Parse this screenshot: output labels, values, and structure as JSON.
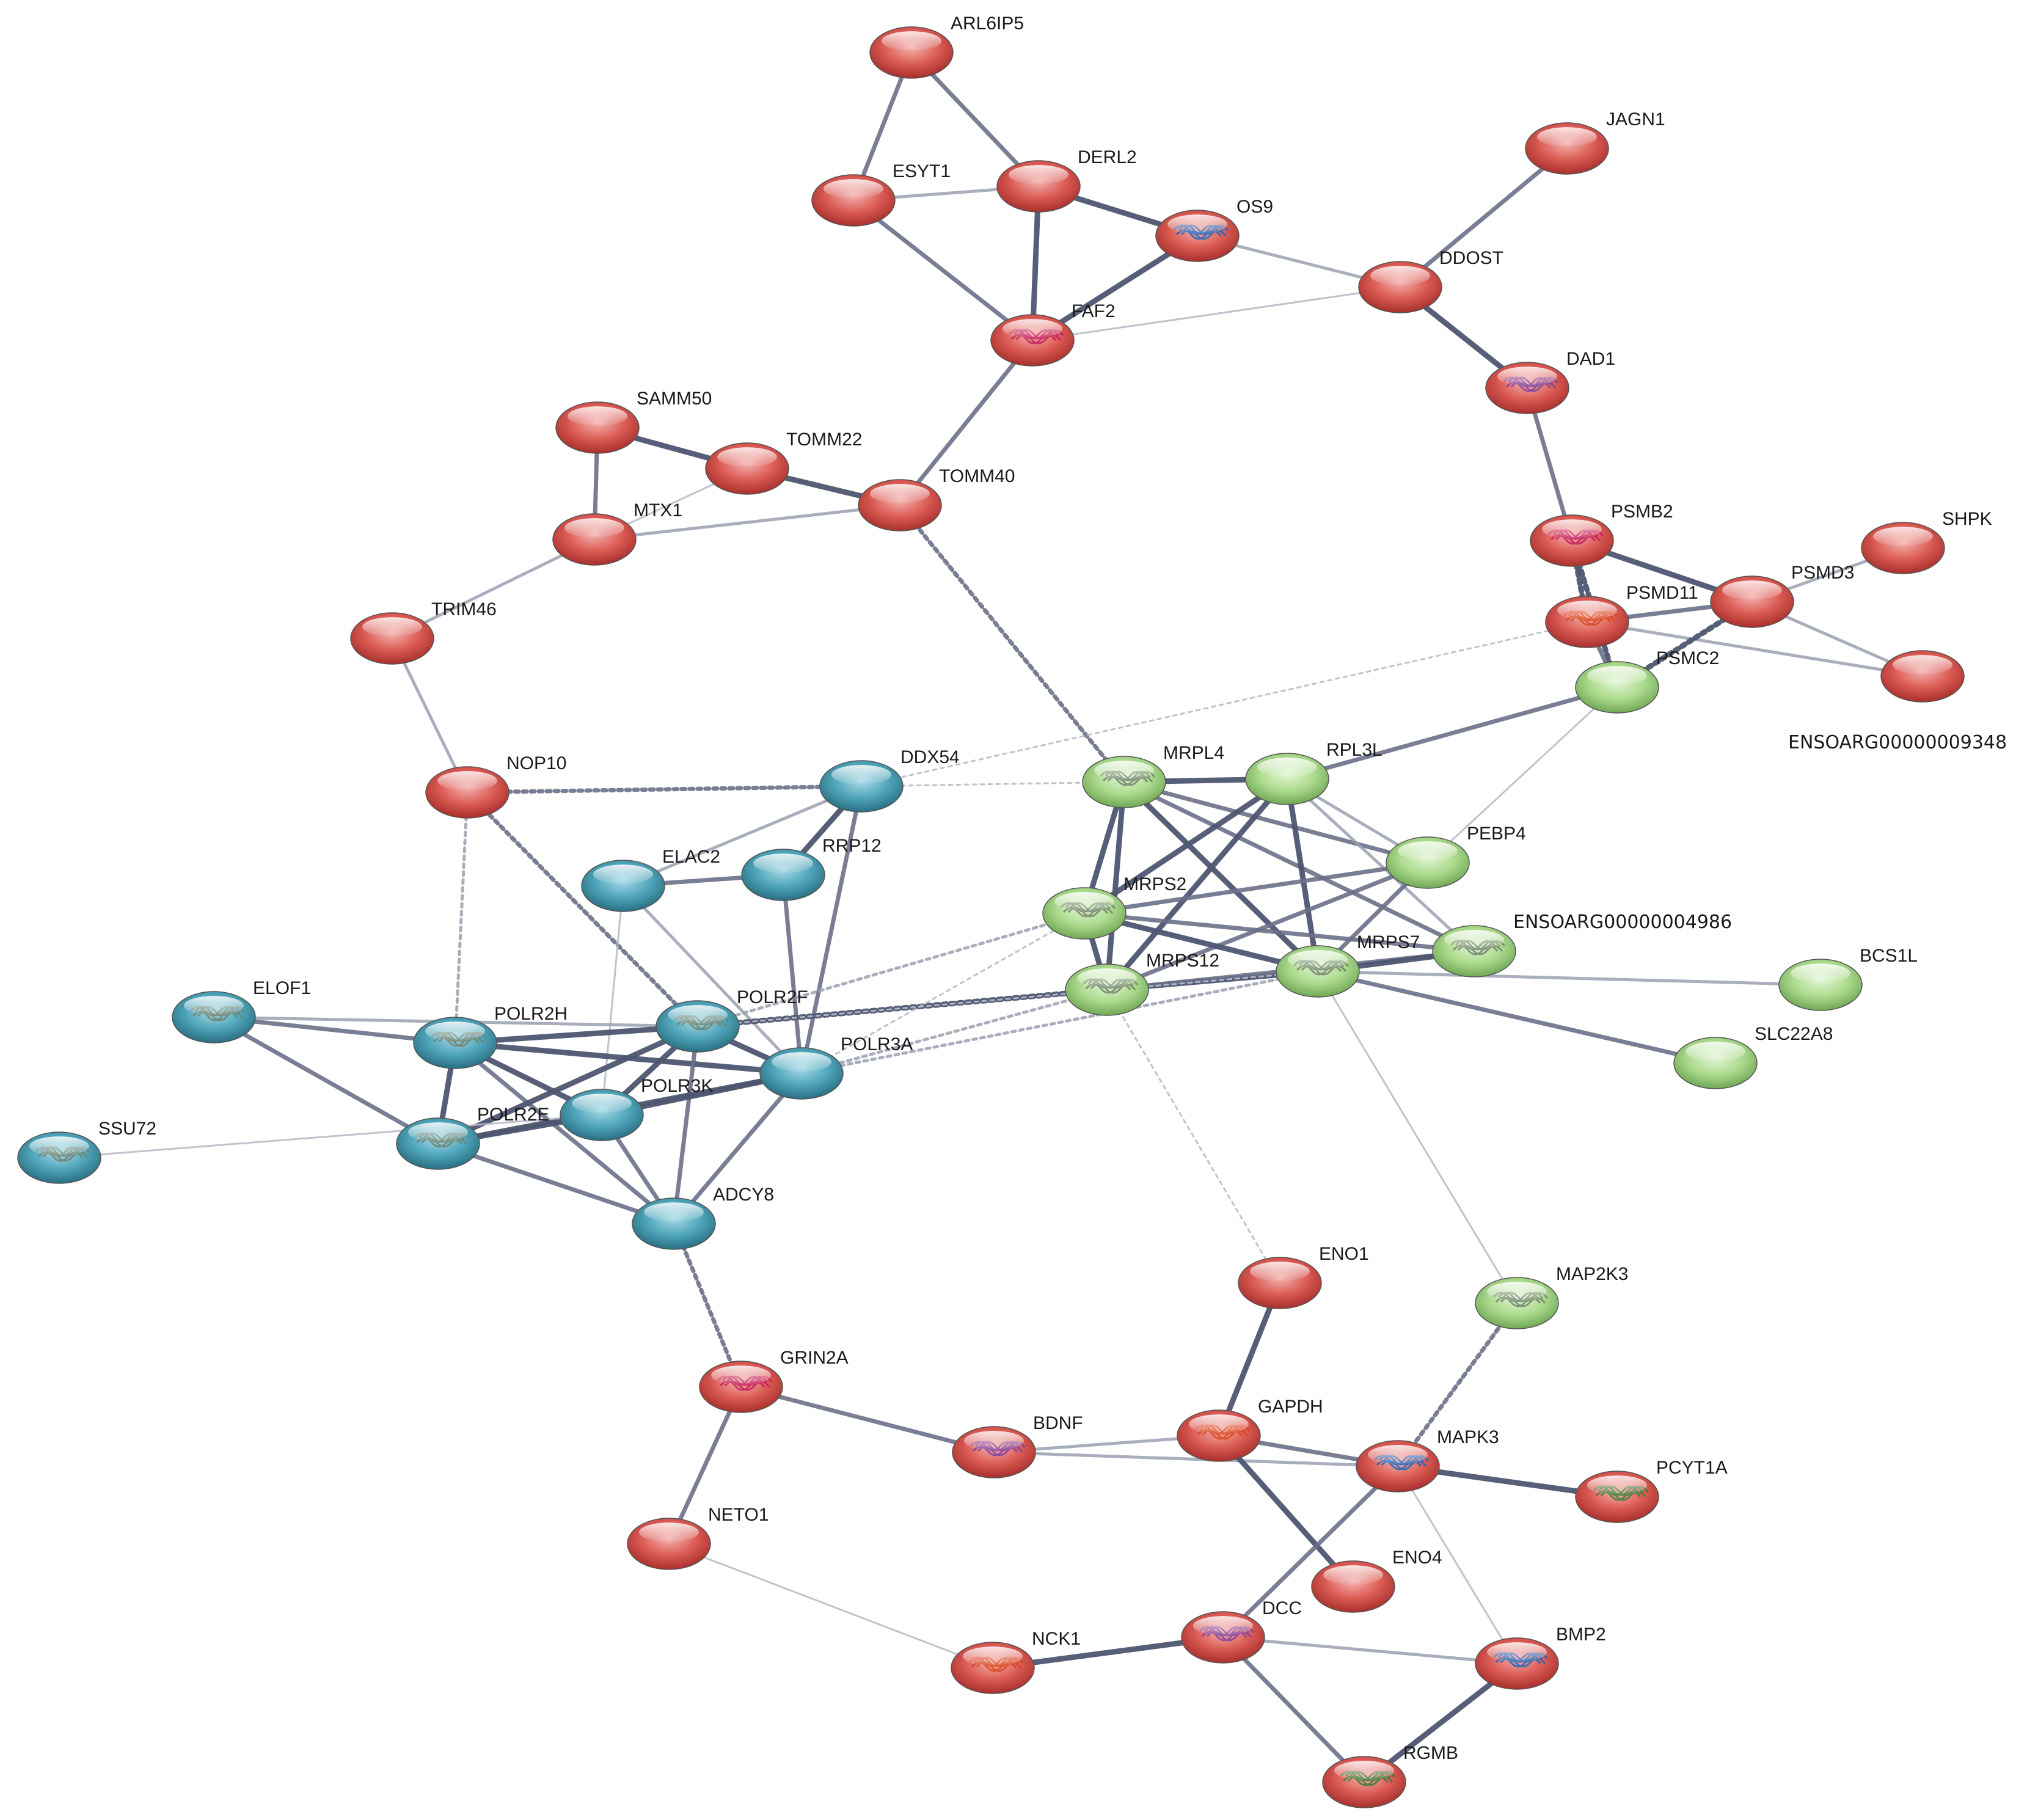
{
  "colors": {
    "red": "#d9534f",
    "blue": "#4ea3b8",
    "green": "#a9d98a",
    "edge_dark": "#4e5570",
    "edge_light": "#b7bcc8"
  },
  "nodes": [
    {
      "id": "ARL6IP5",
      "label": "ARL6IP5",
      "cluster": "red",
      "structure": false
    },
    {
      "id": "ESYT1",
      "label": "ESYT1",
      "cluster": "red",
      "structure": false
    },
    {
      "id": "DERL2",
      "label": "DERL2",
      "cluster": "red",
      "structure": false
    },
    {
      "id": "OS9",
      "label": "OS9",
      "cluster": "red",
      "structure": true
    },
    {
      "id": "JAGN1",
      "label": "JAGN1",
      "cluster": "red",
      "structure": false
    },
    {
      "id": "DDOST",
      "label": "DDOST",
      "cluster": "red",
      "structure": false
    },
    {
      "id": "FAF2",
      "label": "FAF2",
      "cluster": "red",
      "structure": true
    },
    {
      "id": "DAD1",
      "label": "DAD1",
      "cluster": "red",
      "structure": true
    },
    {
      "id": "SAMM50",
      "label": "SAMM50",
      "cluster": "red",
      "structure": false
    },
    {
      "id": "TOMM22",
      "label": "TOMM22",
      "cluster": "red",
      "structure": false
    },
    {
      "id": "TOMM40",
      "label": "TOMM40",
      "cluster": "red",
      "structure": false
    },
    {
      "id": "MTX1",
      "label": "MTX1",
      "cluster": "red",
      "structure": false
    },
    {
      "id": "PSMB2",
      "label": "PSMB2",
      "cluster": "red",
      "structure": true
    },
    {
      "id": "SHPK",
      "label": "SHPK",
      "cluster": "red",
      "structure": false
    },
    {
      "id": "PSMD11",
      "label": "PSMD11",
      "cluster": "red",
      "structure": true
    },
    {
      "id": "PSMD3",
      "label": "PSMD3",
      "cluster": "red",
      "structure": false
    },
    {
      "id": "ENSOARG00000009348",
      "label": "ENSOARG00000009348",
      "cluster": "red",
      "structure": false
    },
    {
      "id": "TRIM46",
      "label": "TRIM46",
      "cluster": "red",
      "structure": false
    },
    {
      "id": "PSMC2",
      "label": "PSMC2",
      "cluster": "green",
      "structure": false
    },
    {
      "id": "NOP10",
      "label": "NOP10",
      "cluster": "red",
      "structure": false
    },
    {
      "id": "DDX54",
      "label": "DDX54",
      "cluster": "blue",
      "structure": false
    },
    {
      "id": "MRPL4",
      "label": "MRPL4",
      "cluster": "green",
      "structure": true
    },
    {
      "id": "RPL3L",
      "label": "RPL3L",
      "cluster": "green",
      "structure": false
    },
    {
      "id": "ELAC2",
      "label": "ELAC2",
      "cluster": "blue",
      "structure": false
    },
    {
      "id": "RRP12",
      "label": "RRP12",
      "cluster": "blue",
      "structure": false
    },
    {
      "id": "PEBP4",
      "label": "PEBP4",
      "cluster": "green",
      "structure": false
    },
    {
      "id": "MRPS2",
      "label": "MRPS2",
      "cluster": "green",
      "structure": true
    },
    {
      "id": "ENSOARG00000004986",
      "label": "ENSOARG00000004986",
      "cluster": "green",
      "structure": true
    },
    {
      "id": "BCS1L",
      "label": "BCS1L",
      "cluster": "green",
      "structure": false
    },
    {
      "id": "MRPS7",
      "label": "MRPS7",
      "cluster": "green",
      "structure": true
    },
    {
      "id": "MRPS12",
      "label": "MRPS12",
      "cluster": "green",
      "structure": true
    },
    {
      "id": "ELOF1",
      "label": "ELOF1",
      "cluster": "blue",
      "structure": true
    },
    {
      "id": "POLR2H",
      "label": "POLR2H",
      "cluster": "blue",
      "structure": true
    },
    {
      "id": "POLR2F",
      "label": "POLR2F",
      "cluster": "blue",
      "structure": true
    },
    {
      "id": "POLR3A",
      "label": "POLR3A",
      "cluster": "blue",
      "structure": false
    },
    {
      "id": "SLC22A8",
      "label": "SLC22A8",
      "cluster": "green",
      "structure": false
    },
    {
      "id": "POLR3K",
      "label": "POLR3K",
      "cluster": "blue",
      "structure": false
    },
    {
      "id": "SSU72",
      "label": "SSU72",
      "cluster": "blue",
      "structure": true
    },
    {
      "id": "POLR2E",
      "label": "POLR2E",
      "cluster": "blue",
      "structure": true
    },
    {
      "id": "ADCY8",
      "label": "ADCY8",
      "cluster": "blue",
      "structure": false
    },
    {
      "id": "ENO1",
      "label": "ENO1",
      "cluster": "red",
      "structure": false
    },
    {
      "id": "MAP2K3",
      "label": "MAP2K3",
      "cluster": "green",
      "structure": true
    },
    {
      "id": "GRIN2A",
      "label": "GRIN2A",
      "cluster": "red",
      "structure": true
    },
    {
      "id": "BDNF",
      "label": "BDNF",
      "cluster": "red",
      "structure": true
    },
    {
      "id": "GAPDH",
      "label": "GAPDH",
      "cluster": "red",
      "structure": true
    },
    {
      "id": "MAPK3",
      "label": "MAPK3",
      "cluster": "red",
      "structure": true
    },
    {
      "id": "PCYT1A",
      "label": "PCYT1A",
      "cluster": "red",
      "structure": true
    },
    {
      "id": "NETO1",
      "label": "NETO1",
      "cluster": "red",
      "structure": false
    },
    {
      "id": "ENO4",
      "label": "ENO4",
      "cluster": "red",
      "structure": false
    },
    {
      "id": "DCC",
      "label": "DCC",
      "cluster": "red",
      "structure": true
    },
    {
      "id": "NCK1",
      "label": "NCK1",
      "cluster": "red",
      "structure": true
    },
    {
      "id": "BMP2",
      "label": "BMP2",
      "cluster": "red",
      "structure": true
    },
    {
      "id": "RGMB",
      "label": "RGMB",
      "cluster": "red",
      "structure": true
    }
  ],
  "edges": [
    {
      "source": "ARL6IP5",
      "target": "ESYT1",
      "strength": "medium",
      "style": "solid"
    },
    {
      "source": "ARL6IP5",
      "target": "DERL2",
      "strength": "medium",
      "style": "solid"
    },
    {
      "source": "ESYT1",
      "target": "DERL2",
      "strength": "weak",
      "style": "solid"
    },
    {
      "source": "ESYT1",
      "target": "FAF2",
      "strength": "medium",
      "style": "solid"
    },
    {
      "source": "DERL2",
      "target": "FAF2",
      "strength": "strong",
      "style": "solid"
    },
    {
      "source": "DERL2",
      "target": "OS9",
      "strength": "strong",
      "style": "solid"
    },
    {
      "source": "OS9",
      "target": "FAF2",
      "strength": "strong",
      "style": "solid"
    },
    {
      "source": "OS9",
      "target": "DDOST",
      "strength": "weak",
      "style": "solid"
    },
    {
      "source": "FAF2",
      "target": "DDOST",
      "strength": "faint",
      "style": "solid"
    },
    {
      "source": "JAGN1",
      "target": "DDOST",
      "strength": "medium",
      "style": "solid"
    },
    {
      "source": "DDOST",
      "target": "DAD1",
      "strength": "strong",
      "style": "solid"
    },
    {
      "source": "DAD1",
      "target": "PSMB2",
      "strength": "medium",
      "style": "solid"
    },
    {
      "source": "FAF2",
      "target": "TOMM40",
      "strength": "medium",
      "style": "solid"
    },
    {
      "source": "SAMM50",
      "target": "TOMM22",
      "strength": "strong",
      "style": "solid"
    },
    {
      "source": "SAMM50",
      "target": "MTX1",
      "strength": "medium",
      "style": "solid"
    },
    {
      "source": "TOMM22",
      "target": "TOMM40",
      "strength": "strong",
      "style": "solid"
    },
    {
      "source": "TOMM22",
      "target": "MTX1",
      "strength": "faint",
      "style": "solid"
    },
    {
      "source": "MTX1",
      "target": "TOMM40",
      "strength": "weak",
      "style": "solid"
    },
    {
      "source": "MTX1",
      "target": "TRIM46",
      "strength": "weak",
      "style": "solid"
    },
    {
      "source": "TRIM46",
      "target": "NOP10",
      "strength": "weak",
      "style": "solid"
    },
    {
      "source": "TOMM40",
      "target": "MRPL4",
      "strength": "medium",
      "style": "dashed"
    },
    {
      "source": "PSMB2",
      "target": "PSMD11",
      "strength": "strong",
      "style": "dashed"
    },
    {
      "source": "PSMB2",
      "target": "PSMD3",
      "strength": "strong",
      "style": "solid"
    },
    {
      "source": "PSMB2",
      "target": "PSMC2",
      "strength": "strong",
      "style": "dashed"
    },
    {
      "source": "PSMD11",
      "target": "PSMD3",
      "strength": "medium",
      "style": "solid"
    },
    {
      "source": "PSMD11",
      "target": "ENSOARG00000009348",
      "strength": "weak",
      "style": "solid"
    },
    {
      "source": "PSMD3",
      "target": "SHPK",
      "strength": "weak",
      "style": "solid"
    },
    {
      "source": "PSMD3",
      "target": "ENSOARG00000009348",
      "strength": "weak",
      "style": "solid"
    },
    {
      "source": "PSMD3",
      "target": "PSMC2",
      "strength": "strong",
      "style": "dashed"
    },
    {
      "source": "PSMD11",
      "target": "PSMC2",
      "strength": "medium",
      "style": "solid"
    },
    {
      "source": "PSMD11",
      "target": "DDX54",
      "strength": "faint",
      "style": "dashed"
    },
    {
      "source": "PSMC2",
      "target": "RPL3L",
      "strength": "medium",
      "style": "solid"
    },
    {
      "source": "PSMC2",
      "target": "PEBP4",
      "strength": "faint",
      "style": "solid"
    },
    {
      "source": "NOP10",
      "target": "DDX54",
      "strength": "medium",
      "style": "dashed"
    },
    {
      "source": "NOP10",
      "target": "POLR2H",
      "strength": "weak",
      "style": "dashed"
    },
    {
      "source": "NOP10",
      "target": "POLR2F",
      "strength": "medium",
      "style": "dashed"
    },
    {
      "source": "DDX54",
      "target": "MRPL4",
      "strength": "faint",
      "style": "dashed"
    },
    {
      "source": "DDX54",
      "target": "ELAC2",
      "strength": "weak",
      "style": "solid"
    },
    {
      "source": "DDX54",
      "target": "RRP12",
      "strength": "strong",
      "style": "solid"
    },
    {
      "source": "DDX54",
      "target": "POLR3A",
      "strength": "medium",
      "style": "solid"
    },
    {
      "source": "ELAC2",
      "target": "RRP12",
      "strength": "medium",
      "style": "solid"
    },
    {
      "source": "ELAC2",
      "target": "POLR3A",
      "strength": "weak",
      "style": "solid"
    },
    {
      "source": "ELAC2",
      "target": "POLR3K",
      "strength": "faint",
      "style": "solid"
    },
    {
      "source": "RRP12",
      "target": "POLR3A",
      "strength": "medium",
      "style": "solid"
    },
    {
      "source": "MRPL4",
      "target": "RPL3L",
      "strength": "strong",
      "style": "solid"
    },
    {
      "source": "MRPL4",
      "target": "MRPS2",
      "strength": "strong",
      "style": "solid"
    },
    {
      "source": "MRPL4",
      "target": "MRPS12",
      "strength": "strong",
      "style": "solid"
    },
    {
      "source": "MRPL4",
      "target": "MRPS7",
      "strength": "strong",
      "style": "solid"
    },
    {
      "source": "MRPL4",
      "target": "PEBP4",
      "strength": "medium",
      "style": "solid"
    },
    {
      "source": "MRPL4",
      "target": "ENSOARG00000004986",
      "strength": "medium",
      "style": "solid"
    },
    {
      "source": "RPL3L",
      "target": "MRPS2",
      "strength": "strong",
      "style": "solid"
    },
    {
      "source": "RPL3L",
      "target": "MRPS12",
      "strength": "strong",
      "style": "solid"
    },
    {
      "source": "RPL3L",
      "target": "MRPS7",
      "strength": "strong",
      "style": "solid"
    },
    {
      "source": "RPL3L",
      "target": "PEBP4",
      "strength": "weak",
      "style": "solid"
    },
    {
      "source": "RPL3L",
      "target": "ENSOARG00000004986",
      "strength": "weak",
      "style": "solid"
    },
    {
      "source": "PEBP4",
      "target": "MRPS2",
      "strength": "medium",
      "style": "solid"
    },
    {
      "source": "PEBP4",
      "target": "MRPS12",
      "strength": "medium",
      "style": "solid"
    },
    {
      "source": "PEBP4",
      "target": "MRPS7",
      "strength": "medium",
      "style": "solid"
    },
    {
      "source": "MRPS2",
      "target": "MRPS12",
      "strength": "strong",
      "style": "solid"
    },
    {
      "source": "MRPS2",
      "target": "MRPS7",
      "strength": "strong",
      "style": "solid"
    },
    {
      "source": "MRPS2",
      "target": "ENSOARG00000004986",
      "strength": "medium",
      "style": "solid"
    },
    {
      "source": "MRPS12",
      "target": "MRPS7",
      "strength": "strong",
      "style": "solid"
    },
    {
      "source": "MRPS12",
      "target": "ENSOARG00000004986",
      "strength": "medium",
      "style": "solid"
    },
    {
      "source": "MRPS7",
      "target": "ENSOARG00000004986",
      "strength": "strong",
      "style": "solid"
    },
    {
      "source": "MRPS7",
      "target": "BCS1L",
      "strength": "weak",
      "style": "solid"
    },
    {
      "source": "MRPS7",
      "target": "SLC22A8",
      "strength": "medium",
      "style": "solid"
    },
    {
      "source": "MRPS7",
      "target": "MAP2K3",
      "strength": "faint",
      "style": "solid"
    },
    {
      "source": "MRPS12",
      "target": "ENO1",
      "strength": "faint",
      "style": "dashed"
    },
    {
      "source": "POLR2F",
      "target": "MRPS2",
      "strength": "weak",
      "style": "dashed"
    },
    {
      "source": "POLR2F",
      "target": "MRPS12",
      "strength": "strong",
      "style": "dashed"
    },
    {
      "source": "POLR3A",
      "target": "MRPS2",
      "strength": "faint",
      "style": "dashed"
    },
    {
      "source": "POLR3A",
      "target": "MRPS12",
      "strength": "weak",
      "style": "dashed"
    },
    {
      "source": "POLR3A",
      "target": "MRPS7",
      "strength": "weak",
      "style": "dashed"
    },
    {
      "source": "POLR2F",
      "target": "MRPS7",
      "strength": "faint",
      "style": "dashed"
    },
    {
      "source": "ELOF1",
      "target": "POLR2H",
      "strength": "medium",
      "style": "solid"
    },
    {
      "source": "ELOF1",
      "target": "POLR2F",
      "strength": "weak",
      "style": "solid"
    },
    {
      "source": "ELOF1",
      "target": "POLR2E",
      "strength": "medium",
      "style": "solid"
    },
    {
      "source": "POLR2H",
      "target": "POLR2F",
      "strength": "strong",
      "style": "solid"
    },
    {
      "source": "POLR2H",
      "target": "POLR3A",
      "strength": "strong",
      "style": "solid"
    },
    {
      "source": "POLR2H",
      "target": "POLR3K",
      "strength": "strong",
      "style": "solid"
    },
    {
      "source": "POLR2H",
      "target": "POLR2E",
      "strength": "strong",
      "style": "solid"
    },
    {
      "source": "POLR2H",
      "target": "ADCY8",
      "strength": "medium",
      "style": "solid"
    },
    {
      "source": "POLR2F",
      "target": "POLR3A",
      "strength": "strong",
      "style": "solid"
    },
    {
      "source": "POLR2F",
      "target": "POLR3K",
      "strength": "strong",
      "style": "solid"
    },
    {
      "source": "POLR2F",
      "target": "POLR2E",
      "strength": "strong",
      "style": "solid"
    },
    {
      "source": "POLR2F",
      "target": "ADCY8",
      "strength": "medium",
      "style": "solid"
    },
    {
      "source": "POLR3A",
      "target": "POLR3K",
      "strength": "strong",
      "style": "solid"
    },
    {
      "source": "POLR3A",
      "target": "POLR2E",
      "strength": "strong",
      "style": "solid"
    },
    {
      "source": "POLR3A",
      "target": "ADCY8",
      "strength": "medium",
      "style": "solid"
    },
    {
      "source": "POLR3K",
      "target": "POLR2E",
      "strength": "strong",
      "style": "solid"
    },
    {
      "source": "POLR3K",
      "target": "ADCY8",
      "strength": "medium",
      "style": "solid"
    },
    {
      "source": "POLR2E",
      "target": "ADCY8",
      "strength": "medium",
      "style": "solid"
    },
    {
      "source": "SSU72",
      "target": "POLR3K",
      "strength": "faint",
      "style": "solid"
    },
    {
      "source": "ADCY8",
      "target": "GRIN2A",
      "strength": "medium",
      "style": "dashed"
    },
    {
      "source": "MAP2K3",
      "target": "MAPK3",
      "strength": "medium",
      "style": "dashed"
    },
    {
      "source": "GRIN2A",
      "target": "BDNF",
      "strength": "medium",
      "style": "solid"
    },
    {
      "source": "GRIN2A",
      "target": "NETO1",
      "strength": "medium",
      "style": "solid"
    },
    {
      "source": "ENO1",
      "target": "GAPDH",
      "strength": "strong",
      "style": "solid"
    },
    {
      "source": "BDNF",
      "target": "GAPDH",
      "strength": "weak",
      "style": "solid"
    },
    {
      "source": "BDNF",
      "target": "MAPK3",
      "strength": "weak",
      "style": "solid"
    },
    {
      "source": "GAPDH",
      "target": "MAPK3",
      "strength": "medium",
      "style": "solid"
    },
    {
      "source": "GAPDH",
      "target": "ENO4",
      "strength": "strong",
      "style": "solid"
    },
    {
      "source": "MAPK3",
      "target": "PCYT1A",
      "strength": "strong",
      "style": "solid"
    },
    {
      "source": "MAPK3",
      "target": "DCC",
      "strength": "medium",
      "style": "solid"
    },
    {
      "source": "MAPK3",
      "target": "BMP2",
      "strength": "faint",
      "style": "solid"
    },
    {
      "source": "NETO1",
      "target": "NCK1",
      "strength": "faint",
      "style": "solid"
    },
    {
      "source": "NCK1",
      "target": "DCC",
      "strength": "strong",
      "style": "solid"
    },
    {
      "source": "DCC",
      "target": "BMP2",
      "strength": "weak",
      "style": "solid"
    },
    {
      "source": "DCC",
      "target": "RGMB",
      "strength": "medium",
      "style": "solid"
    },
    {
      "source": "BMP2",
      "target": "RGMB",
      "strength": "strong",
      "style": "solid"
    }
  ]
}
